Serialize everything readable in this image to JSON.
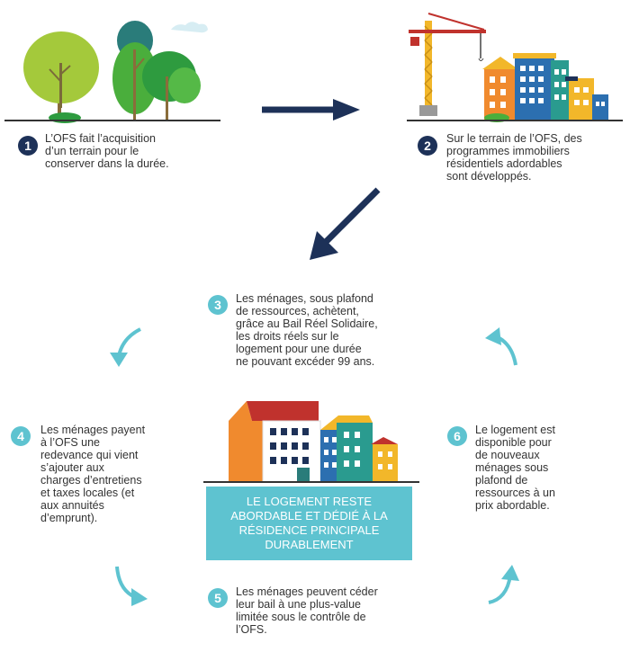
{
  "steps": [
    {
      "number": "1",
      "text": "L’OFS fait l’acquisition d’un terrain pour le conserver dans la durée.",
      "lines": [
        "L’OFS fait l’acquisition",
        "d’un terrain pour le",
        "conserver dans la durée."
      ]
    },
    {
      "number": "2",
      "text": "Sur le terrain de l’OFS, des programmes immobiliers résidentiels adordables sont développés.",
      "lines": [
        "Sur le terrain de l’OFS, des",
        "programmes immobiliers",
        "résidentiels adordables",
        "sont développés."
      ]
    },
    {
      "number": "3",
      "text": "Les ménages, sous plafond de ressources, achètent, grâce au Bail Réel Solidaire, les droits réels sur le logement pour une durée ne pouvant excéder 99 ans.",
      "lines": [
        "Les ménages, sous plafond",
        "de ressources, achètent,",
        "grâce au Bail Réel Solidaire,",
        "les droits réels sur le",
        "logement pour une durée",
        "ne pouvant excéder 99 ans."
      ]
    },
    {
      "number": "4",
      "text": "Les ménages payent à l’OFS une redevance qui vient s’ajouter aux charges d’entretiens et taxes locales (et aux annuités d’emprunt).",
      "lines": [
        "Les ménages payent",
        "à l’OFS une",
        "redevance qui vient",
        "s’ajouter aux",
        "charges d’entretiens",
        "et taxes locales (et",
        "aux annuités",
        "d’emprunt)."
      ]
    },
    {
      "number": "5",
      "text": "Les ménages peuvent céder leur bail à une plus-value limitée sous le contrôle de l’OFS.",
      "lines": [
        "Les ménages peuvent céder",
        "leur bail à une plus-value",
        "limitée sous le contrôle de",
        "l’OFS."
      ]
    },
    {
      "number": "6",
      "text": "Le logement est disponible pour de nouveaux ménages sous plafond de ressources à un prix abordable.",
      "lines": [
        "Le logement est",
        "disponible pour",
        "de nouveaux",
        "ménages sous",
        "plafond de",
        "ressources à un",
        "prix abordable."
      ]
    }
  ],
  "banner": {
    "text": "LE LOGEMENT RESTE ABORDABLE ET DÉDIÉ À LA RÉSIDENCE PRINCIPALE DURABLEMENT",
    "lines": [
      "LE LOGEMENT RESTE",
      "ABORDABLE ET DÉDIÉ À LA",
      "RÉSIDENCE PRINCIPALE",
      "DURABLEMENT"
    ]
  },
  "colors": {
    "navy": "#1d3158",
    "teal": "#5ec3d0",
    "orange": "#f08a2e",
    "red": "#c0322d",
    "yellow": "#f2b72a",
    "blue": "#2c6fb0",
    "green": "#7dc242",
    "dark_teal": "#2a7c7a"
  },
  "icons": [
    "trees-illustration",
    "construction-crane-illustration",
    "buildings-illustration",
    "houses-illustration",
    "arrow-right-icon",
    "arrow-down-left-icon",
    "cycle-arrow-icons"
  ]
}
